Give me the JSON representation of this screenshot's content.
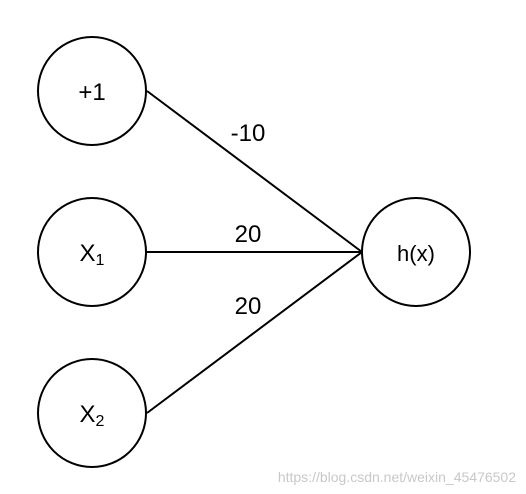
{
  "diagram": {
    "nodes": {
      "bias": {
        "label": "+1"
      },
      "x1": {
        "label": "X",
        "sub": "1"
      },
      "x2": {
        "label": "X",
        "sub": "2"
      },
      "output": {
        "label": "h(x)"
      }
    },
    "weights": {
      "bias_to_output": "-10",
      "x1_to_output": "20",
      "x2_to_output": "20"
    }
  },
  "watermark": "https://blog.csdn.net/weixin_45476502",
  "colors": {
    "stroke": "#000000",
    "background": "#ffffff",
    "watermark": "#c8c8c8"
  }
}
